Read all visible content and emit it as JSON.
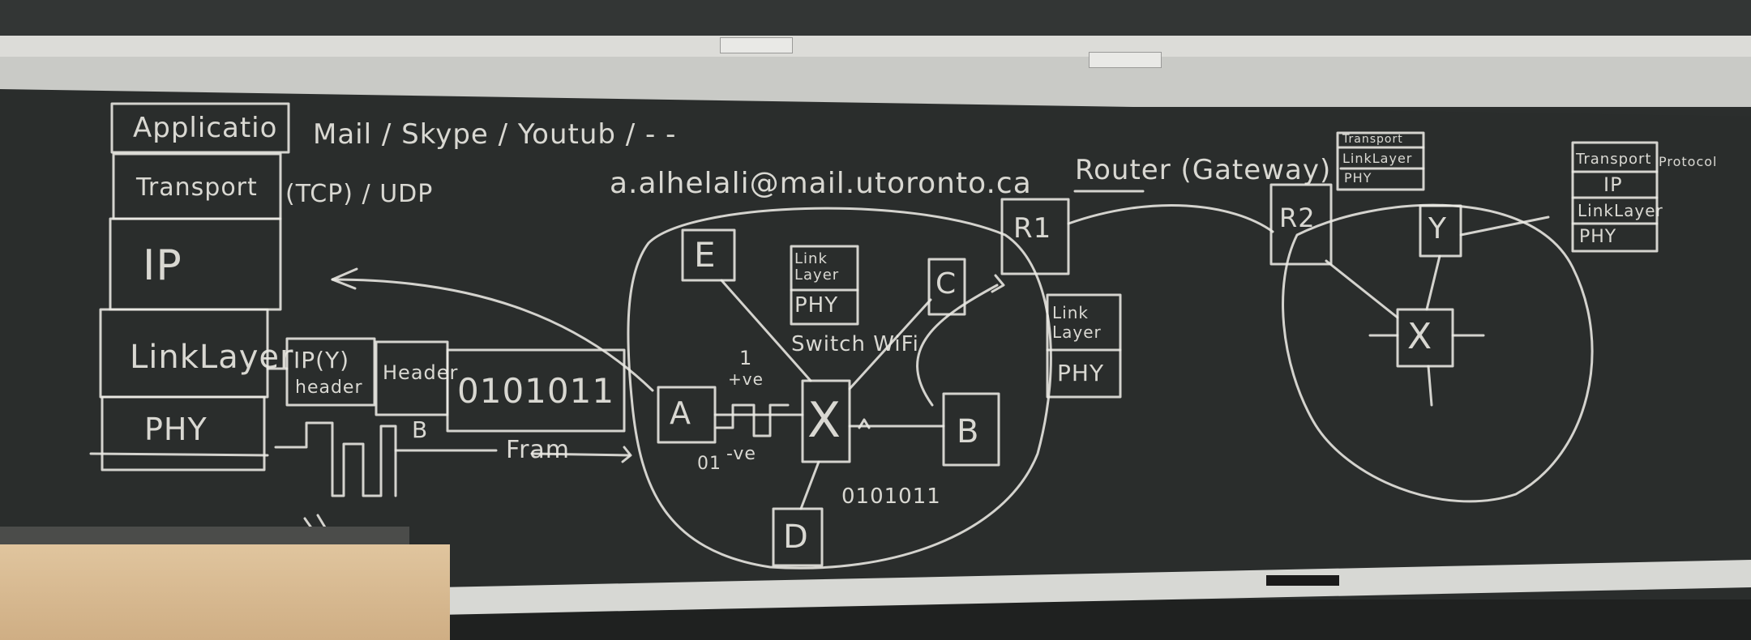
{
  "layers": {
    "application": "Applicatio",
    "transport": "Transport",
    "ip": "IP",
    "link_layer": "LinkLayer",
    "phy": "PHY"
  },
  "examples": {
    "apps": "Mail / Skype / Youtub / - -",
    "protocols": "(TCP) / UDP"
  },
  "email": "a.alhelali@mail.utoronto.ca",
  "router_gateway": "Router (Gateway)",
  "frame": {
    "ip_header_1": "IP(Y)",
    "ip_header_2": "header",
    "header": "Header",
    "payload": "0101011",
    "marker_b": "B",
    "frame_label": "Fram",
    "low_bits": "01",
    "minus_ve": "-ve",
    "plus_ve": "+ve",
    "one": "1"
  },
  "network_left": {
    "node_e": "E",
    "node_c": "C",
    "node_a": "A",
    "node_b": "B",
    "node_d": "D",
    "switch_x": "X",
    "switch_label": "Switch WiFi",
    "bits": "0101011",
    "stack_link": "Link Layer",
    "stack_phy": "PHY"
  },
  "router_r1": "R1",
  "router_r2": "R2",
  "r1_stack": {
    "link": "Link Layer",
    "phy": "PHY"
  },
  "r2_stack": {
    "transport": "Transport",
    "link": "LinkLayer",
    "phy": "PHY"
  },
  "network_right": {
    "node_y": "Y",
    "switch_x": "X"
  },
  "right_stack": {
    "transport": "Transport",
    "protocol": "Protocol",
    "ip": "IP",
    "link": "LinkLayer",
    "phy": "PHY"
  }
}
